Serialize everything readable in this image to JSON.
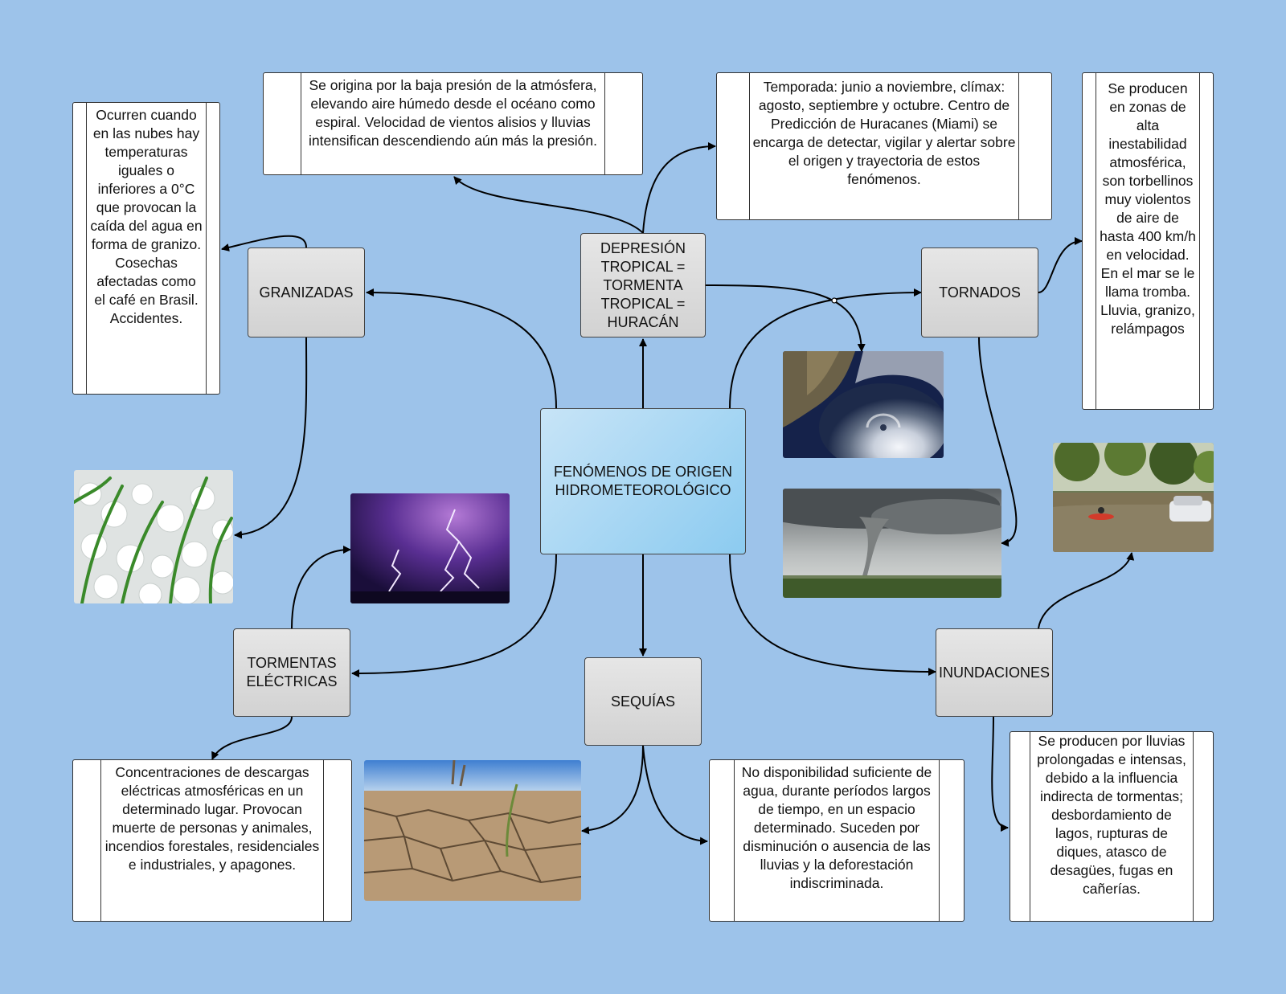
{
  "central": {
    "label": "FENÓMENOS DE ORIGEN HIDROMETEOROLÓGICO"
  },
  "concepts": {
    "depresion": "DEPRESIÓN TROPICAL = TORMENTA TROPICAL = HURACÁN",
    "granizadas": "GRANIZADAS",
    "tornados": "TORNADOS",
    "tormentas": "TORMENTAS ELÉCTRICAS",
    "sequias": "SEQUÍAS",
    "inundaciones": "INUNDACIONES"
  },
  "notes": {
    "origen_huracan": "Se origina por la baja presión de la atmósfera, elevando aire húmedo desde el océano como espiral. Velocidad de vientos alisios y lluvias intensifican descendiendo aún más la presión.",
    "temporada": "Temporada: junio a noviembre, clímax: agosto, septiembre y octubre. Centro de Predicción de Huracanes (Miami) se encarga de detectar, vigilar y alertar sobre el origen y trayectoria de estos fenómenos.",
    "granizo": "Ocurren cuando en las nubes hay temperaturas iguales o inferiores a 0°C que provocan la caída del agua en forma de granizo. Cosechas afectadas como el café en Brasil. Accidentes.",
    "tornados": "Se producen en zonas de alta inestabilidad atmosférica, son torbellinos muy violentos de aire de hasta 400 km/h en velocidad. En el mar se le llama tromba. Lluvia, granizo, relámpagos",
    "tormentas": "Concentraciones de descargas eléctricas atmosféricas en un determinado lugar. Provocan muerte de personas y animales, incendios forestales, residenciales e industriales, y apagones.",
    "sequias": "No disponibilidad suficiente de agua, durante períodos largos de tiempo, en un espacio determinado. Suceden por disminución o ausencia de las lluvias y la deforestación indiscriminada.",
    "inundaciones": "Se producen por lluvias prolongadas e intensas, debido a la influencia indirecta de tormentas; desbordamiento de lagos, rupturas de diques, atasco de desagües, fugas en cañerías."
  },
  "images": [
    "hurricane-satellite",
    "tornado",
    "flood",
    "hail",
    "lightning",
    "drought"
  ]
}
